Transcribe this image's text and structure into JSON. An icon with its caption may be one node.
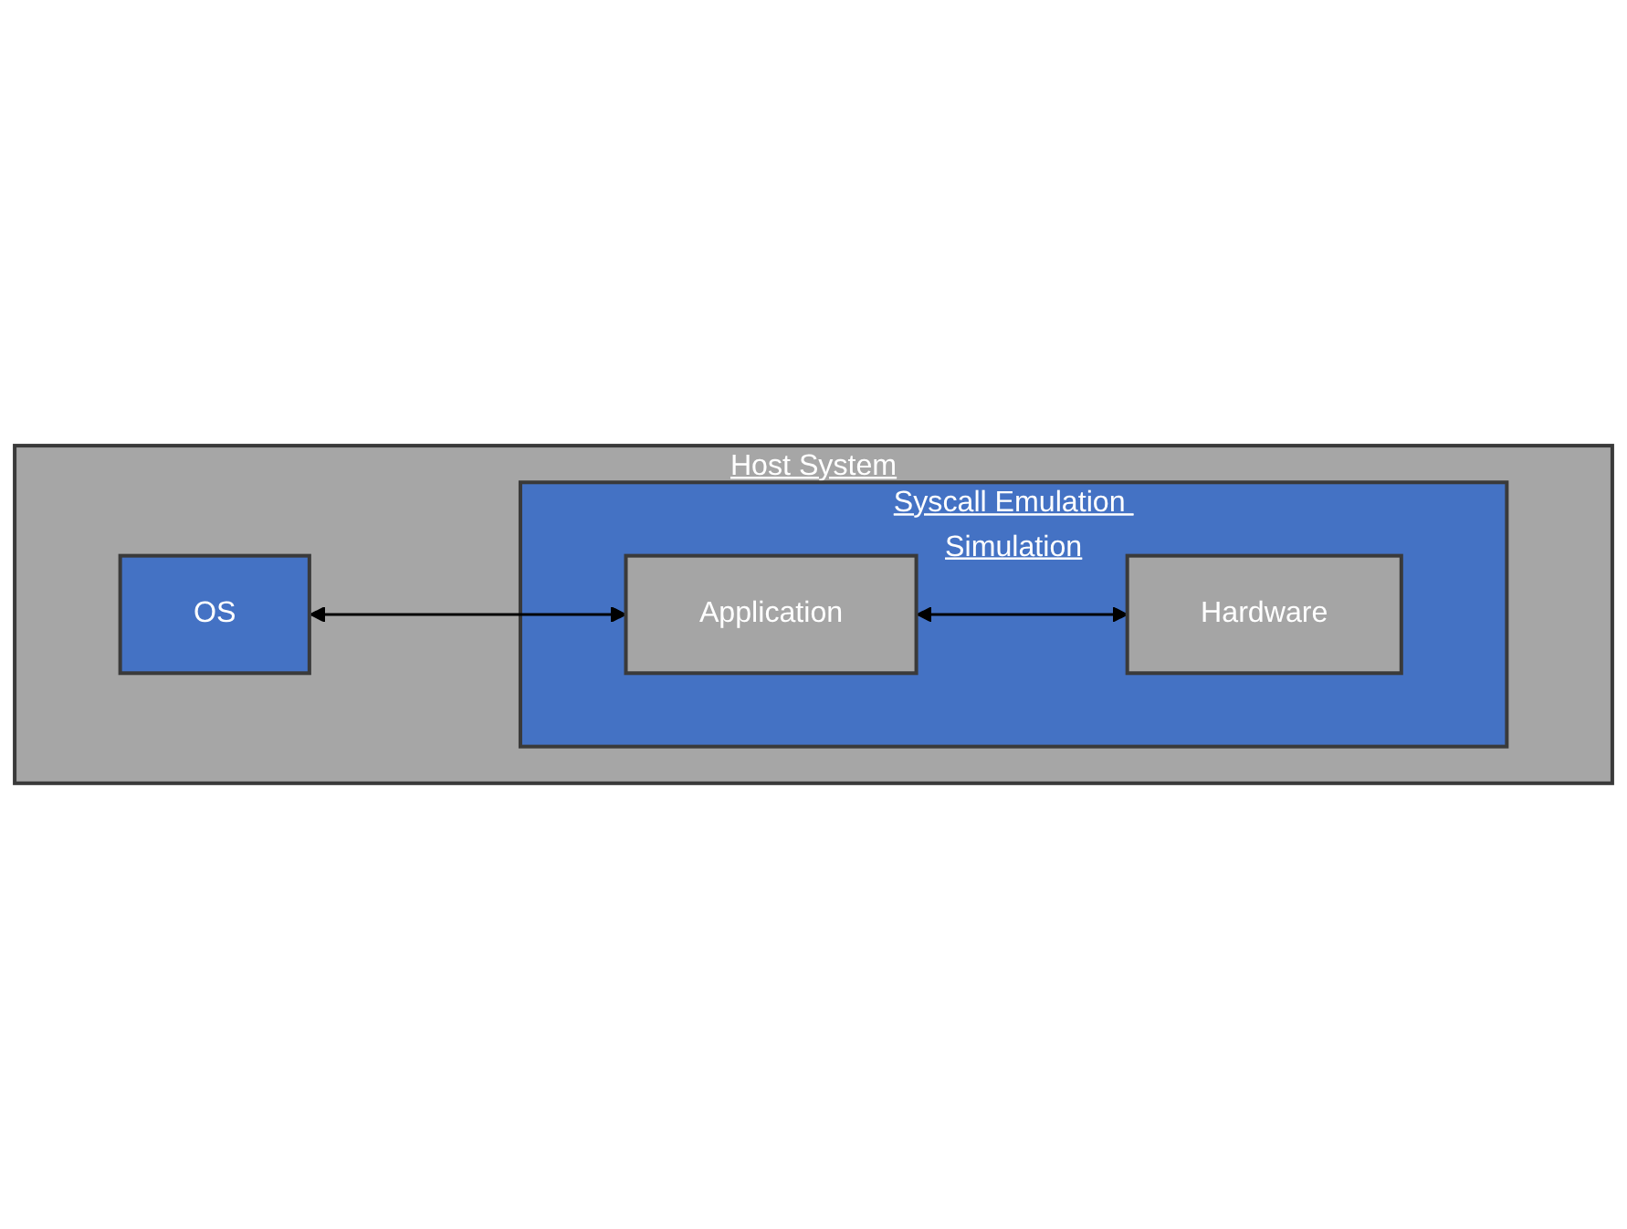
{
  "diagram": {
    "nodes": [
      {
        "text": [
          "Host System"
        ]
      },
      {
        "text": [
          "OS"
        ],
        "in": 0
      },
      {
        "text": [
          "Syscall Emulation Simulation"
        ],
        "in": 0
      },
      {
        "text": [
          "Application"
        ],
        "in": 2
      },
      {
        "text": [
          "Hardware"
        ],
        "in": 2
      }
    ],
    "edges": [
      {
        "from": 1,
        "to": 3,
        "arrow": "both"
      },
      {
        "from": 3,
        "to": 4,
        "arrow": "both"
      }
    ]
  }
}
